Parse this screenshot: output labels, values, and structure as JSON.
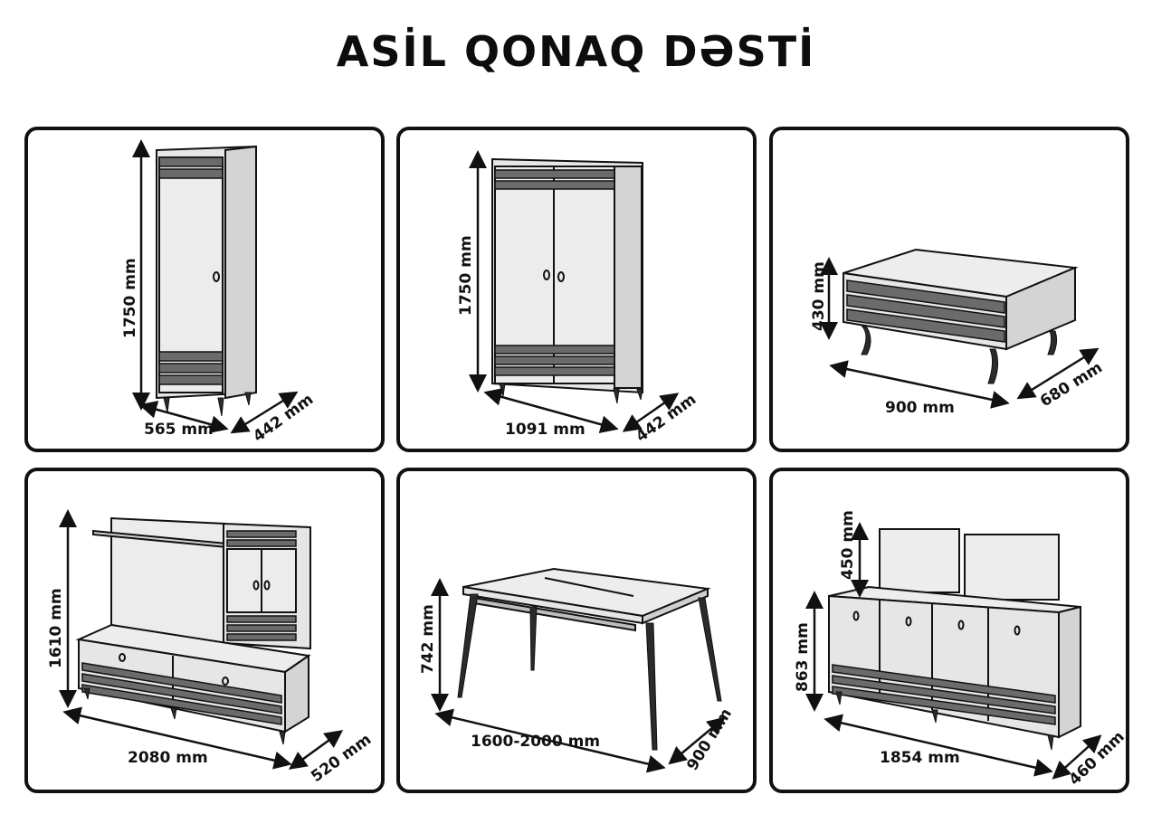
{
  "title": "ASİL  QONAQ DƏSTİ",
  "cards": [
    {
      "name": "single-door-cabinet",
      "dims": [
        "1750 mm",
        "565 mm",
        "442 mm"
      ]
    },
    {
      "name": "double-door-cabinet",
      "dims": [
        "1750 mm",
        "1091 mm",
        "442 mm"
      ]
    },
    {
      "name": "coffee-table",
      "dims": [
        "430 mm",
        "900 mm",
        "680 mm"
      ]
    },
    {
      "name": "tv-unit",
      "dims": [
        "1610 mm",
        "2080 mm",
        "520 mm"
      ]
    },
    {
      "name": "dining-table",
      "dims": [
        "742 mm",
        "1600-2000 mm",
        "900 mm"
      ]
    },
    {
      "name": "sideboard-with-mirrors",
      "dims": [
        "450 mm",
        "863 mm",
        "1854 mm",
        "460 mm"
      ]
    }
  ]
}
